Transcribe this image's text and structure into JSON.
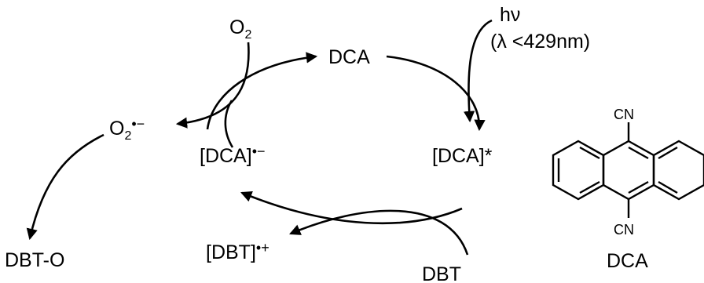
{
  "labels": {
    "o2": "O",
    "o2_sub": "2",
    "dca": "DCA",
    "hv": "hν",
    "lambda": "(λ <429nm)",
    "superoxide": "O",
    "superoxide_sub": "2",
    "superoxide_charge": "•−",
    "dca_anion": "[DCA]",
    "dca_anion_charge": "•−",
    "dca_excited": "[DCA]*",
    "dbt_cation": "[DBT]",
    "dbt_cation_charge": "•+",
    "dbt_o": "DBT-O",
    "dbt": "DBT",
    "structure_name": "DCA",
    "cn_top": "CN",
    "cn_bottom": "CN"
  },
  "colors": {
    "ink": "#000000",
    "background": "#ffffff"
  }
}
